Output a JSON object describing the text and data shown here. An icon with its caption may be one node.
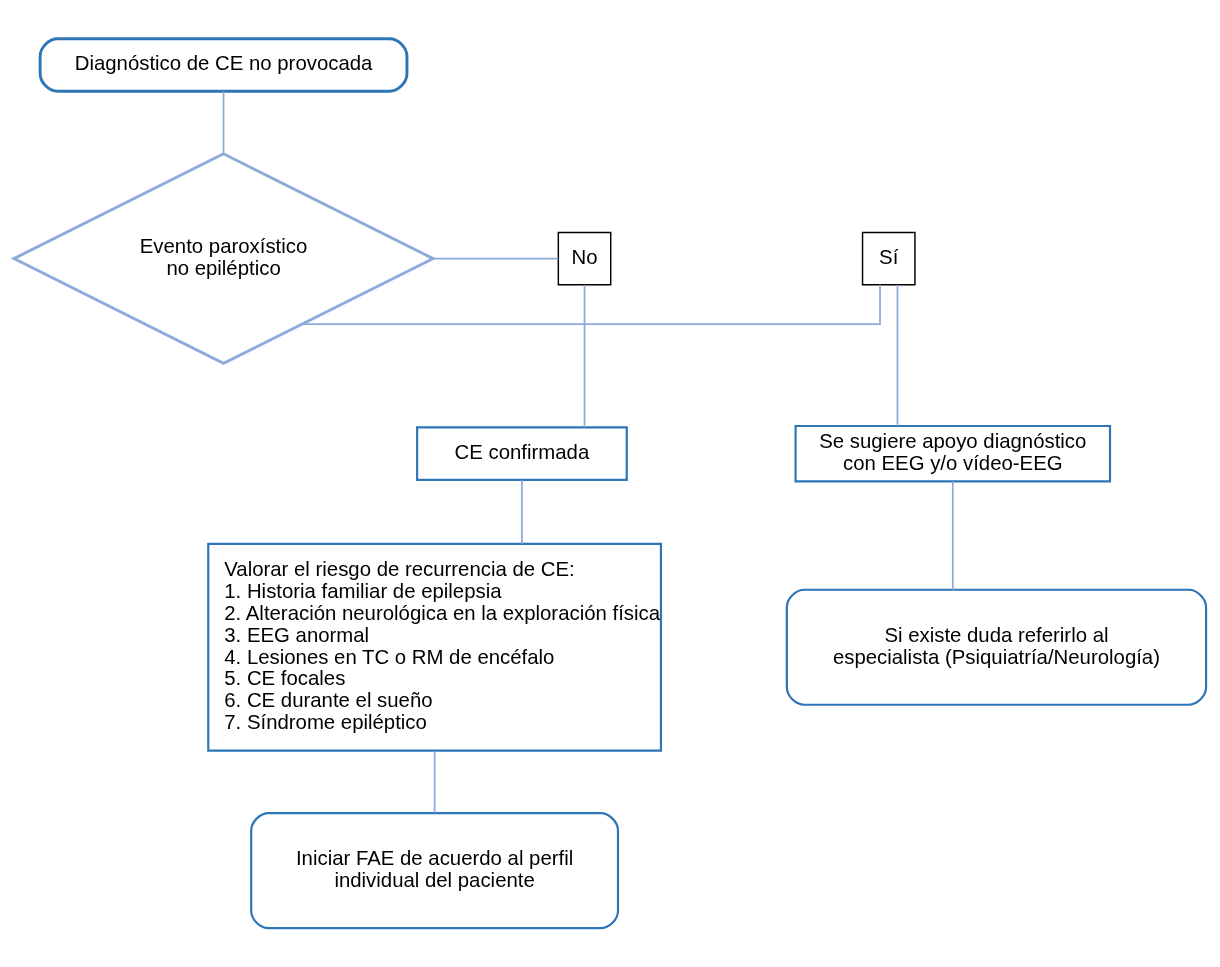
{
  "diagram": {
    "nodes": [
      {
        "text": [
          "Diagnóstico de CE no provocada"
        ]
      },
      {
        "text": [
          "Evento paroxístico no epiléptico"
        ]
      },
      {
        "text": [
          "Sí"
        ]
      },
      {
        "text": [
          "No"
        ]
      },
      {
        "text": [
          "Se sugiere apoyo diagnóstico con EEG y/o vídeo-EEG"
        ]
      },
      {
        "text": [
          "CE confirmada"
        ]
      },
      {
        "text": [
          "Valorar el riesgo de recurrencia de CE:",
          "1. Historia familiar de epilepsia",
          "2. Alteración neurológica en la exploración física",
          "3. EEG anormal",
          "4. Lesiones en TC o RM de encéfalo",
          "5. CE focales",
          "6. CE durante el sueño",
          "7. Síndrome epiléptico"
        ]
      },
      {
        "text": [
          "Si existe duda referirlo al especialista (Psiquiatría/Neurología)"
        ]
      },
      {
        "text": [
          "Iniciar FAE de acuerdo al perfil individual del paciente"
        ]
      }
    ],
    "edges": [
      {
        "from": 0,
        "to": 1,
        "arrow": "none"
      },
      {
        "from": 1,
        "to": 2,
        "arrow": "none"
      },
      {
        "from": 1,
        "to": 3,
        "arrow": "none"
      },
      {
        "from": 2,
        "to": 4,
        "arrow": "none"
      },
      {
        "from": 3,
        "to": 5,
        "arrow": "none"
      },
      {
        "from": 5,
        "to": 6,
        "arrow": "none"
      },
      {
        "from": 4,
        "to": 7,
        "arrow": "none"
      },
      {
        "from": 6,
        "to": 8,
        "arrow": "none"
      }
    ]
  }
}
